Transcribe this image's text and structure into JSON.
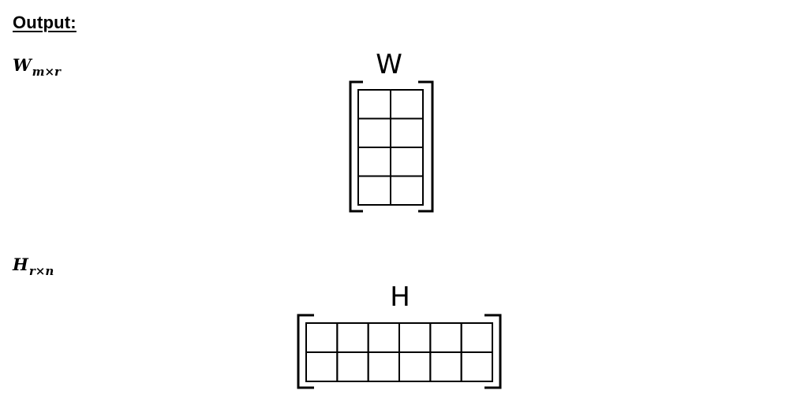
{
  "heading": "Output:",
  "labels": {
    "w": {
      "base": "W",
      "sub": "m×r"
    },
    "h": {
      "base": "H",
      "sub": "r×n"
    }
  },
  "matrices": {
    "w": {
      "title": "W",
      "rows": 4,
      "cols": 2
    },
    "h": {
      "title": "H",
      "rows": 2,
      "cols": 6
    }
  }
}
